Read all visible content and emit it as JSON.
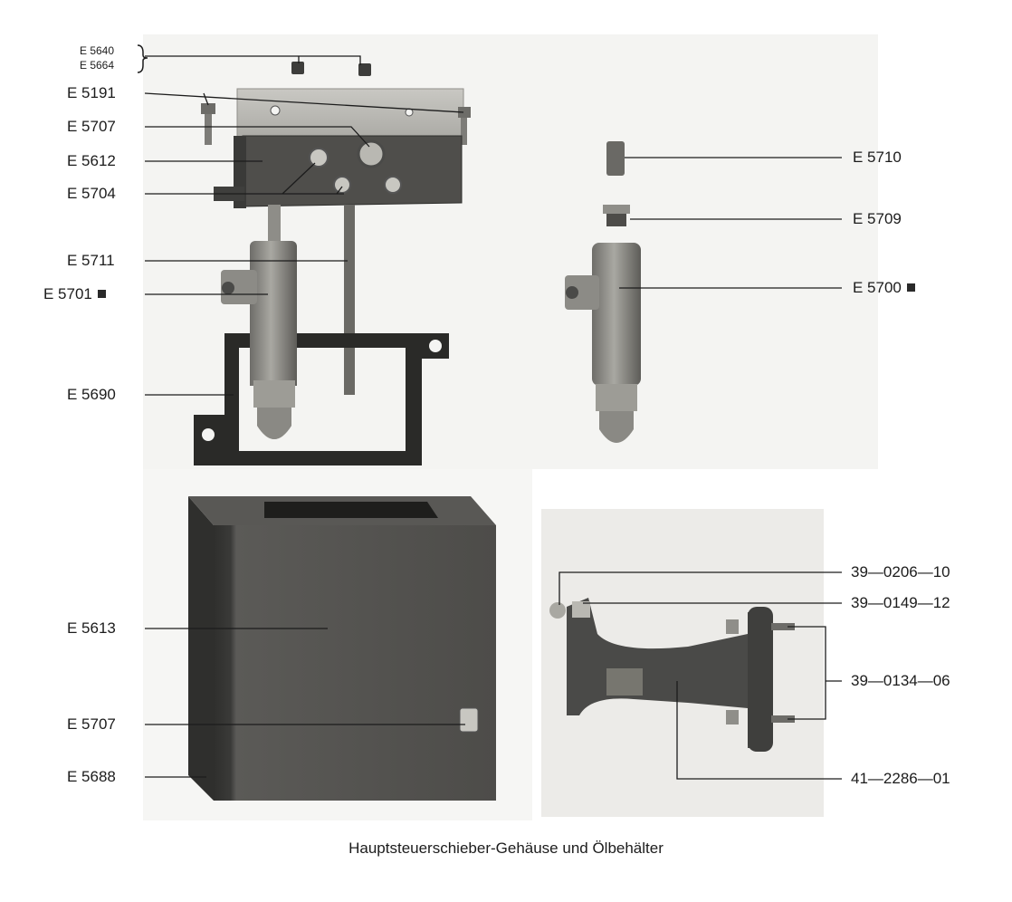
{
  "figure": {
    "caption": "Hauptsteuerschieber-Gehäuse und Ölbehälter",
    "parts": [
      {
        "id": "e5640",
        "label": "E 5640"
      },
      {
        "id": "e5664",
        "label": "E 5664"
      },
      {
        "id": "e5191",
        "label": "E 5191"
      },
      {
        "id": "e5707a",
        "label": "E 5707"
      },
      {
        "id": "e5612",
        "label": "E 5612"
      },
      {
        "id": "e5704",
        "label": "E 5704"
      },
      {
        "id": "e5711",
        "label": "E 5711"
      },
      {
        "id": "e5701",
        "label": "E 5701",
        "marker": true
      },
      {
        "id": "e5690",
        "label": "E 5690"
      },
      {
        "id": "e5710",
        "label": "E 5710"
      },
      {
        "id": "e5709",
        "label": "E 5709"
      },
      {
        "id": "e5700",
        "label": "E 5700",
        "marker": true
      },
      {
        "id": "e5613",
        "label": "E 5613"
      },
      {
        "id": "e5707b",
        "label": "E 5707"
      },
      {
        "id": "e5688",
        "label": "E 5688"
      },
      {
        "id": "p39020610",
        "label": "39—0206—10"
      },
      {
        "id": "p39014912",
        "label": "39—0149—12"
      },
      {
        "id": "p39013406",
        "label": "39—0134—06"
      },
      {
        "id": "p41228601",
        "label": "41—2286—01"
      }
    ]
  },
  "colors": {
    "photo_background": "#f4f4f2",
    "panel_background": "#ecebe8",
    "metal_dark": "#4a4a48",
    "metal_mid": "#7d7c78",
    "metal_light": "#b9b8b2",
    "leader_line": "#1c1c1c"
  }
}
